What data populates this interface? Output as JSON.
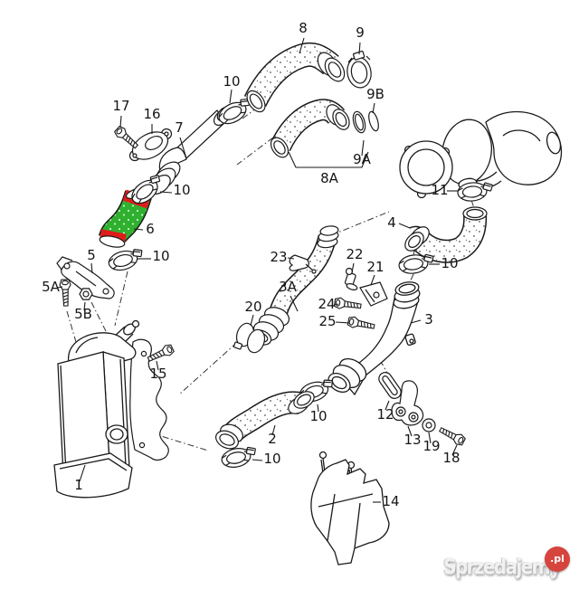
{
  "diagram": {
    "description_from_pixels_only": "",
    "highlighted_part": "6",
    "colors": {
      "highlight_green": "#2fb02f",
      "highlight_red": "#e01b1b",
      "line": "#1a1a1a",
      "watermark_badge": "#d6453d"
    },
    "callouts": [
      {
        "part": "1"
      },
      {
        "part": "2"
      },
      {
        "part": "3"
      },
      {
        "part": "3A"
      },
      {
        "part": "4"
      },
      {
        "part": "5"
      },
      {
        "part": "5A"
      },
      {
        "part": "5B"
      },
      {
        "part": "6"
      },
      {
        "part": "7"
      },
      {
        "part": "8"
      },
      {
        "part": "8A"
      },
      {
        "part": "9"
      },
      {
        "part": "9A"
      },
      {
        "part": "9B"
      },
      {
        "part": "10"
      },
      {
        "part": "10"
      },
      {
        "part": "10"
      },
      {
        "part": "10"
      },
      {
        "part": "10"
      },
      {
        "part": "10"
      },
      {
        "part": "11"
      },
      {
        "part": "12"
      },
      {
        "part": "13"
      },
      {
        "part": "14"
      },
      {
        "part": "15"
      },
      {
        "part": "16"
      },
      {
        "part": "17"
      },
      {
        "part": "18"
      },
      {
        "part": "19"
      },
      {
        "part": "20"
      },
      {
        "part": "21"
      },
      {
        "part": "22"
      },
      {
        "part": "23"
      },
      {
        "part": "24"
      },
      {
        "part": "25"
      }
    ]
  },
  "watermark": {
    "name": "Sprzedajemy",
    "domain": ".pl"
  }
}
